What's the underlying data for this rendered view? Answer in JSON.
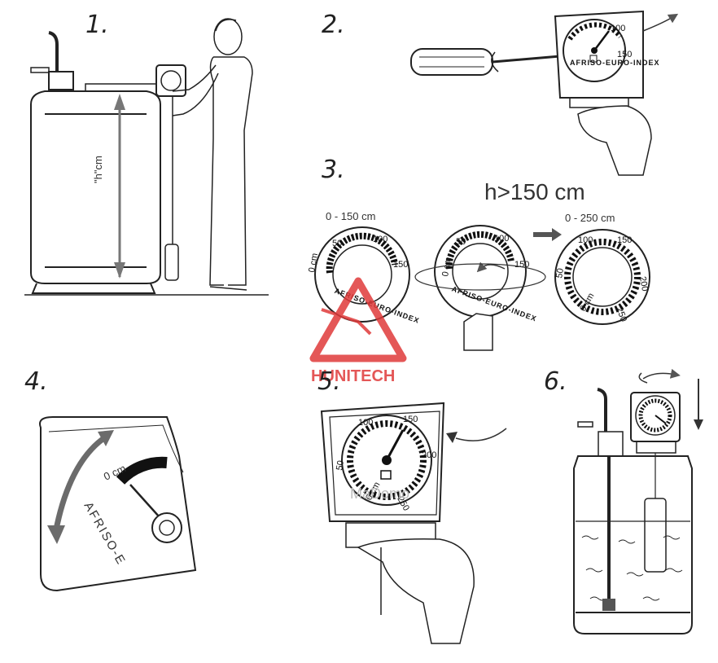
{
  "steps": {
    "s1": "1.",
    "s2": "2.",
    "s3": "3.",
    "s4": "4.",
    "s5": "5.",
    "s6": "6."
  },
  "panel1": {
    "height_label": "\"h\"cm"
  },
  "panel3": {
    "headline": "h>150 cm",
    "range_small": "0 - 150 cm",
    "range_large": "0 - 250 cm",
    "ticks_small": [
      "0 cm",
      "50",
      "100",
      "150"
    ],
    "ticks_large": [
      "0 cm",
      "50",
      "100",
      "150",
      "200",
      "250"
    ]
  },
  "gauge_brand": "AFRISO-EURO-INDEX",
  "panel4": {
    "zero_label": "0 cm",
    "brand_fragment": "AFRISO-E"
  },
  "panel2": {
    "tick_100": "100",
    "tick_150": "150"
  },
  "panel5": {
    "ticks": [
      "0 cm",
      "50",
      "100",
      "150",
      "200",
      "250"
    ]
  },
  "watermark": {
    "text": "HUNITECH",
    "subtext": "MaDomo"
  },
  "colors": {
    "watermark_red": "#e03a3a",
    "ink": "#222222",
    "arrow_gray": "#6b6b6b"
  }
}
